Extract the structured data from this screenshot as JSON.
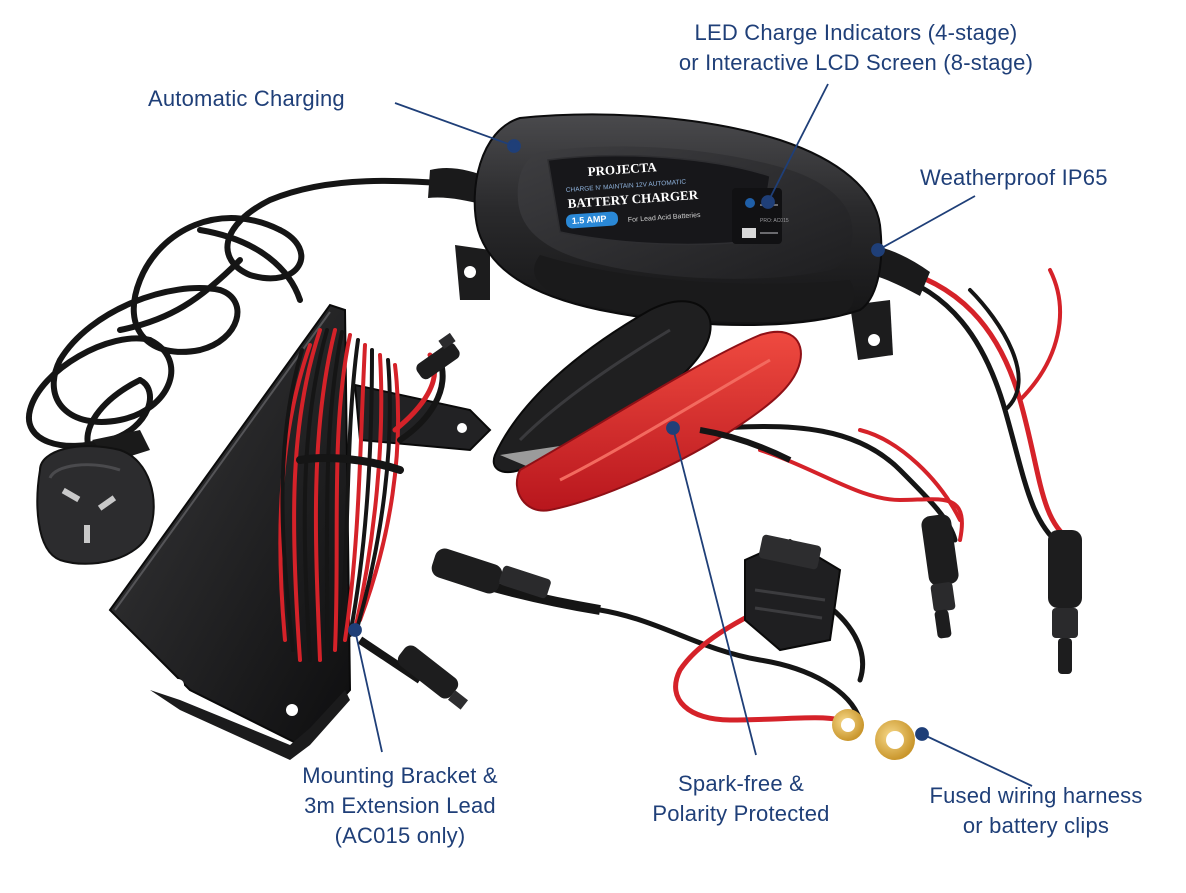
{
  "colors": {
    "label": "#1f3f78",
    "pointer": "#1f3f78",
    "charger_body": "#2b2b2d",
    "clip_red": "#d9262a",
    "clip_black": "#1c1c1c",
    "cable_red": "#d52229",
    "cable_black": "#151515",
    "accent_blue": "#2a88d6"
  },
  "product_label": {
    "brand": "PROJECTA",
    "tagline": "CHARGE N' MAINTAIN 12V AUTOMATIC",
    "title": "BATTERY CHARGER",
    "amp_badge": "1.5 AMP",
    "sub": "For Lead Acid Batteries",
    "model": "PRO: AC015"
  },
  "callouts": {
    "automatic": {
      "lines": [
        "Automatic Charging"
      ]
    },
    "led": {
      "lines": [
        "LED Charge Indicators (4-stage)",
        "or Interactive LCD Screen (8-stage)"
      ]
    },
    "weather": {
      "lines": [
        "Weatherproof IP65"
      ]
    },
    "bracket": {
      "lines": [
        "Mounting Bracket &",
        "3m Extension Lead",
        "(AC015 only)"
      ]
    },
    "spark": {
      "lines": [
        "Spark-free &",
        "Polarity Protected"
      ]
    },
    "fused": {
      "lines": [
        "Fused wiring harness",
        "or battery clips"
      ]
    }
  }
}
